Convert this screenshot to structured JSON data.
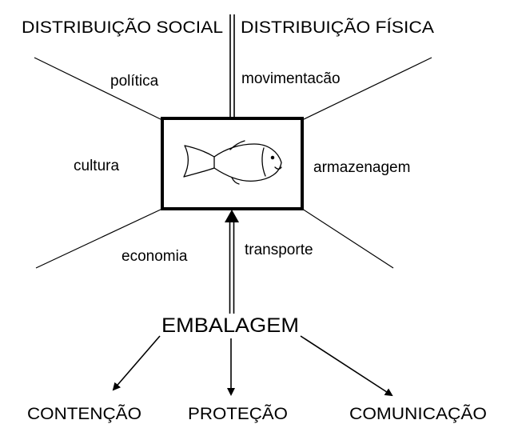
{
  "header": {
    "left_title": "DISTRIBUIÇÃO SOCIAL",
    "right_title": "DISTRIBUIÇÃO FÍSICA"
  },
  "quadrants": {
    "politica": "política",
    "movimentacao": "movimentacão",
    "cultura": "cultura",
    "armazenagem": "armazenagem",
    "economia": "economia",
    "transporte": "transporte"
  },
  "center": {
    "icon": "fish-icon"
  },
  "packaging": {
    "title": "EMBALAGEM",
    "functions": [
      "CONTENÇÃO",
      "PROTEÇÃO",
      "COMUNICAÇÃO"
    ]
  },
  "colors": {
    "ink": "#000000",
    "background": "#ffffff"
  }
}
